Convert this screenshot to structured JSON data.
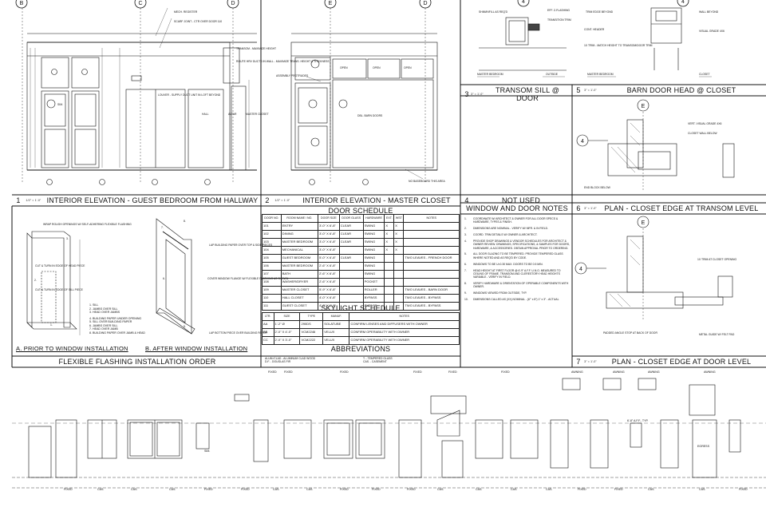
{
  "grid_bubbles_top": [
    "B",
    "C",
    "D",
    "E",
    "D",
    "4",
    "4"
  ],
  "panels": [
    {
      "num": "1",
      "scale": "1/2\" = 1'-0\"",
      "title": "INTERIOR ELEVATION - GUEST BEDROOM FROM HALLWAY"
    },
    {
      "num": "2",
      "scale": "1/2\" = 1'-0\"",
      "title": "INTERIOR ELEVATION - MASTER CLOSET"
    },
    {
      "num": "3",
      "scale": "3\" = 1'-0\"",
      "title": "TRANSOM SILL @ DOOR"
    },
    {
      "num": "5",
      "scale": "3\" = 1'-0\"",
      "title": "BARN DOOR HEAD @ CLOSET"
    },
    {
      "num": "4",
      "scale": "",
      "title": "NOT USED"
    },
    {
      "num": "6",
      "scale": "3\" = 1'-0\"",
      "title": "PLAN - CLOSET EDGE AT TRANSOM LEVEL"
    },
    {
      "num": "7",
      "scale": "3\" = 1'-0\"",
      "title": "PLAN - CLOSET EDGE AT DOOR LEVEL"
    }
  ],
  "panel1_notes": [
    "MECH. REGISTER",
    "SCARF JOINT - CTR OVER DOOR 110",
    "TRANSOM - MAXIMIZE HEIGHT",
    "ROUTE HRV DUCTS IN WALL - MAXIMIZE TRANS. HEIGHT & THICKNESS",
    "LOUVER - SUPPLY DUCT UNIT IN LOFT BEYOND",
    "HALL",
    "ALTAR",
    "MASTER CLOSET",
    "SIM."
  ],
  "panel2_notes": [
    "ASSEMBLY PROTRUDES",
    "OPEN",
    "OPEN",
    "OPEN",
    "DBL. BARN DOORS",
    "NO BASEBOARD THIS AREA"
  ],
  "panel3_notes": [
    "SHIM/INFILL AS REQ'D",
    "EFF. Z-FLASHING",
    "TRANSITION TRIM",
    "MASTER BEDROOM",
    "OUTSIDE"
  ],
  "panel5_notes": [
    "TRIM EDGE BEYOND",
    "WALL BEYOND",
    "CONT. HEADER",
    "VISUAL GRADE 4X6",
    "1X TRIM - MATCH HEIGHT TO TRANSOM/DOOR TRIM",
    "MASTER BEDROOM",
    "CLOSET"
  ],
  "panel6_notes": [
    "VERT. VISUAL GRADE 4X6",
    "CLOSET WALL BELOW",
    "END BLOCK BELOW"
  ],
  "panel7_notes": [
    "1X TRIM AT CLOSET OPENING",
    "PADDED ANGLE STOP AT BACK OF DOOR",
    "METAL GUIDE W/ FELT PAD"
  ],
  "flashing": {
    "title": "FLEXIBLE FLASHING INSTALLATION ORDER",
    "sub_a": "A. PRIOR TO WINDOW INSTALLATION",
    "sub_b": "B. AFTER WINDOW INSTALLATION",
    "notes_a": [
      "WRAP ROUGH OPENINGS W/ SELF-ADHERING FLEXIBLE FLASHING",
      "CUT & TURN IN EDGE OF HEAD PIECE",
      "CUT & TURN IN EDGE OF SILL PIECE"
    ],
    "legend": [
      "1. SILL",
      "2. JAMBS OVER SILL",
      "3. HEAD OVER JAMBS",
      "",
      "4. BUILDING PAPER UNDER OPENING",
      "5. SILL OVER BUILDING PAPER",
      "6. JAMBS OVER SILL",
      "7. HEAD OVER JAMB",
      "8. BUILDING PAPER OVER JAMB & HEAD"
    ],
    "notes_b": [
      "LAP BUILDING PAPER OVER TOP & SIDE PIECES",
      "COVER WINDOW FLANGE W/ FLEXIBLE FLASHING AS SHOWN",
      "LAP BOTTOM PIECE OVER BUILDING PAPER"
    ]
  },
  "door_schedule": {
    "title": "DOOR SCHEDULE",
    "headers": [
      "DOOR NO.",
      "ROOM NAME / NO.",
      "DOOR SIZE",
      "DOOR GLASS",
      "HARDWARE",
      "EXT.",
      "WST",
      "NOTES"
    ],
    "rows": [
      [
        "101",
        "ENTRY",
        "3'-0\" X 6'-8\"",
        "CLEAR",
        "SWING",
        "X",
        "X",
        ""
      ],
      [
        "102",
        "DINING",
        "3'-0\" X 6'-8\"",
        "CLEAR",
        "SWING",
        "X",
        "X",
        ""
      ],
      [
        "103",
        "MASTER BEDROOM",
        "3'-0\" X 6'-8\"",
        "CLEAR",
        "SWING",
        "X",
        "X",
        ""
      ],
      [
        "104",
        "MECHANICAL",
        "3'-0\" X 6'-8\"",
        "",
        "SWING",
        "X",
        "X",
        ""
      ],
      [
        "105",
        "GUEST BEDROOM",
        "5'-0\" X 6'-8\"",
        "CLEAR",
        "SWING",
        "",
        "",
        "TWO LEAVES - FRENCH DOOR"
      ],
      [
        "106",
        "MASTER BEDROOM",
        "2'-6\" X 6'-8\"",
        "",
        "SWING",
        "",
        "",
        ""
      ],
      [
        "107",
        "BATH",
        "2'-6\" X 6'-8\"",
        "",
        "SWING",
        "",
        "",
        ""
      ],
      [
        "108",
        "WASHER/DRYER",
        "2'-6\" X 6'-8\"",
        "",
        "POCKET",
        "",
        "",
        ""
      ],
      [
        "109",
        "MASTER CLOSET",
        "5'-9\" X 6'-8\"",
        "",
        "ROLLER",
        "",
        "",
        "TWO LEAVES - BARN DOOR"
      ],
      [
        "110",
        "HALL CLOSET",
        "4'-0\" X 6'-8\"",
        "",
        "BYPASS",
        "",
        "",
        "TWO LEAVES - BYPASS"
      ],
      [
        "111",
        "GUEST CLOSET",
        "4'-0\" X 6'-8\"",
        "",
        "BYPASS",
        "",
        "",
        "TWO LEAVES - BYPASS"
      ]
    ]
  },
  "skylight_schedule": {
    "title": "SKYLIGHT SCHEDULE",
    "headers": [
      "LTR.",
      "SIZE",
      "TYPE",
      "MANUF.",
      "NOTES"
    ],
    "rows": [
      [
        "AA",
        "1'-2\" Ø",
        "290DS",
        "SOLATUBE",
        "CONFIRM LENSES AND DIFFUSERS WITH OWNER"
      ],
      [
        "BB",
        "2'-0\" X 4'-0\"",
        "VCM2246",
        "VELUX",
        "CONFIRM OPERABILITY WITH OWNER"
      ],
      [
        "CC",
        "2'-0\" X 3'-0\"",
        "VCM2222",
        "VELUX",
        "CONFIRM OPERABILITY WITH OWNER"
      ]
    ]
  },
  "abbreviations": {
    "title": "ABBREVIATIONS",
    "items": [
      "ALUM./CLAD - ALUMINUM CLAD WOOD",
      "D.F. - DOUGLAS FIR",
      "T. - TEMPERED GLASS",
      "CAS. - CASEMENT"
    ]
  },
  "window_door_notes": {
    "title": "WINDOW AND DOOR NOTES",
    "items": [
      [
        "1.",
        "COORDINATE W/ ARCHITECT & OWNER FOR ALL DOOR SPECS & HARDWARE, TYPES & FINISH."
      ],
      [
        "2.",
        "DIMENSIONS ARE NOMINAL - VERIFY W/ MFR. & IN FIELD."
      ],
      [
        "3.",
        "COORD. TRIM DETAILS W/ OWNER & ARCHITECT."
      ],
      [
        "4.",
        "PROVIDE SHOP DRAWINGS & VENDOR SCHEDULES FOR ARCHITECT & OWNER REVIEW. DRAWINGS, SPECIFICATIONS, & SAMPLES FOR DOORS, HARDWARE, & ACCESSORIES. OBTAIN APPROVAL PRIOR TO ORDERING."
      ],
      [
        "5.",
        "ALL DOOR GLAZING TO BE TEMPERED. PROVIDE TEMPERED GLASS WHERE NOTED AND AS REQ'D BY CODE."
      ],
      [
        "6.",
        "WINDOWS TO BE U=0.30 MAX. DOORS TO BE 0.5 MIN."
      ],
      [
        "7.",
        "HEAD HEIGHT AT FIRST FLOOR @ 6'-9\" A.F.F. U.N.O. MEASURED TO CEILING OF FRAME. TRANSOM AND CLERESTORY HEAD HEIGHTS VARIABLE - VERIFY IN FIELD."
      ],
      [
        "8.",
        "VERIFY HARDWARE & ORIENTATION OF OPERABLE COMPONENTS WITH OWNER."
      ],
      [
        "9.",
        "WINDOWS VIEWED FROM OUTSIDE, TYP."
      ],
      [
        "10.",
        "DIMENSIONS CALLED AS (XX) NOMINAL - (6'\" x 8\") 1\" x 3\" - ACTUAL"
      ]
    ]
  },
  "window_elev": {
    "top_tags": [
      "FIXED",
      "FIXED",
      "FIXED",
      "FIXED",
      "FIXED",
      "FIXED",
      "AWNING",
      "AWNING",
      "AWNING",
      "AWNING"
    ],
    "bottom_tags": [
      "FIXED",
      "CAS.",
      "CAS.",
      "CAS.",
      "FIXED",
      "FIXED",
      "CAS.",
      "CAS.",
      "FIXED",
      "FIXED",
      "FIXED",
      "CAS.",
      "CAS.",
      "CAS.",
      "CAS.",
      "FIXED",
      "FIXED",
      "CAS.",
      "CAS.",
      "FIXED"
    ],
    "aff_note": "6'-8\" A.F.F., TYP.",
    "tag_sim": "SIM.",
    "tag_egress": "EGRESS"
  }
}
